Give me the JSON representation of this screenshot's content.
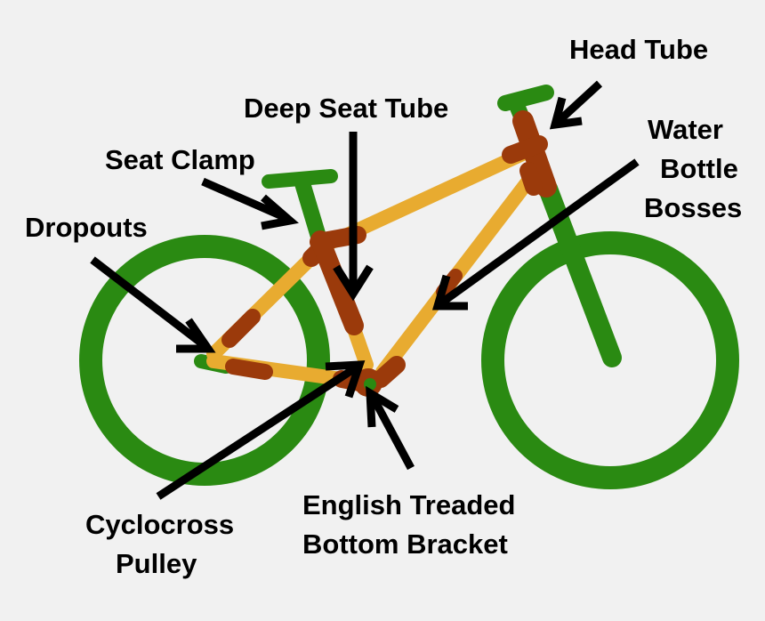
{
  "labels": {
    "head_tube": "Head Tube",
    "deep_seat_tube": "Deep Seat Tube",
    "water_line1": "Water",
    "water_line2": "Bottle",
    "water_line3": "Bosses",
    "seat_clamp": "Seat Clamp",
    "dropouts": "Dropouts",
    "cyclocross_line1": "Cyclocross",
    "cyclocross_line2": "Pulley",
    "bb_line1": "English Treaded",
    "bb_line2": "Bottom Bracket"
  },
  "colors": {
    "background": "#f1f1f1",
    "wheel": "#2a8a12",
    "frame": "#e8ab30",
    "highlight": "#9b3a0b",
    "arrow": "#000000"
  }
}
